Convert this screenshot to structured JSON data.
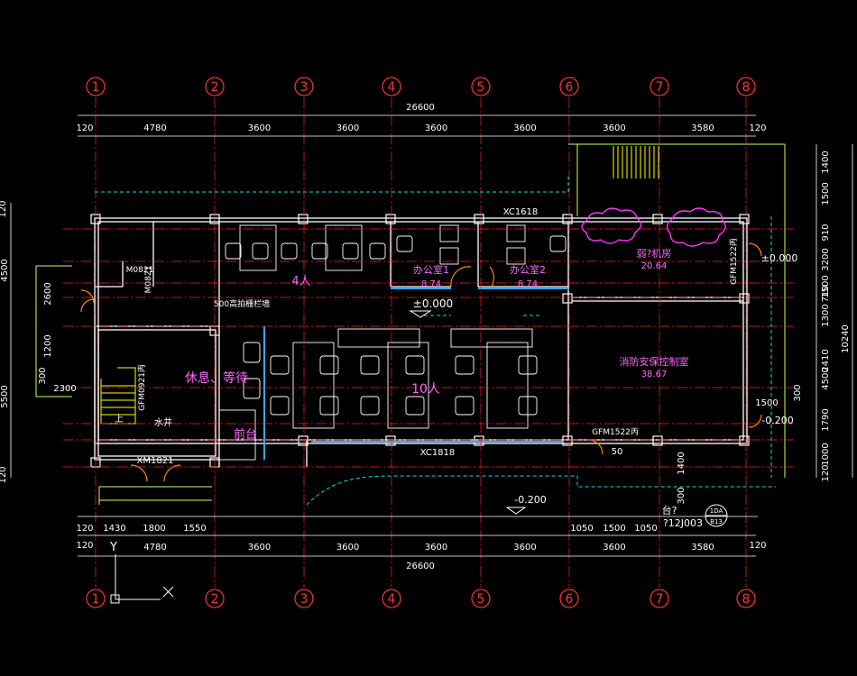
{
  "drawing": {
    "grid_labels": [
      "1",
      "2",
      "3",
      "4",
      "5",
      "6",
      "7",
      "8"
    ],
    "top_spans": [
      "4780",
      "3600",
      "3600",
      "3600",
      "3600",
      "3600",
      "3580"
    ],
    "top_end_offsets": [
      "120",
      "120"
    ],
    "top_overall": "26600",
    "bottom_spans": [
      "4780",
      "3600",
      "3600",
      "3600",
      "3600",
      "3600",
      "3580"
    ],
    "bottom_end_offsets": [
      "120",
      "120"
    ],
    "bottom_overall": "26600",
    "bottom_sub_left": [
      "120",
      "1430",
      "1800",
      "1550"
    ],
    "bottom_sub_right": [
      "1050",
      "1500",
      "1050"
    ],
    "right_dims": [
      "1400",
      "1500",
      "910",
      "3200",
      "1500",
      "710",
      "1300",
      "2410",
      "1790",
      "1000",
      "120",
      "10240",
      "4500",
      "1500",
      "300",
      "1400",
      "300"
    ],
    "left_dims": [
      "120",
      "4500",
      "2600",
      "1200",
      "300",
      "2300",
      "5500",
      "120"
    ],
    "rooms": {
      "office1": {
        "name": "办公室1",
        "area": "8.74"
      },
      "office2": {
        "name": "办公室2",
        "area": "8.74"
      },
      "machine_room": {
        "name": "弱?机房",
        "area": "20.64"
      },
      "fire_control": {
        "name": "消防安保控制室",
        "area": "38.67"
      },
      "rest_wait": "休息、等待",
      "front_desk": "前台",
      "well": "水井",
      "up": "上"
    },
    "occupancy": {
      "four": "4人",
      "ten": "10人"
    },
    "levels": {
      "floor": "±0.000",
      "floor_right": "±0.000",
      "outside": "-0.200",
      "outside_right": "-0.200"
    },
    "window_codes": [
      "XC1618",
      "XC1818"
    ],
    "door_codes": [
      "M0821",
      "M0821",
      "GFM1522丙",
      "GFM1522丙",
      "GFM0921丙",
      "XM1821"
    ],
    "note_wall": "500高拍栅栏墙",
    "detail": {
      "ref": "台?",
      "code": "?12J003",
      "bubble_top": "1DA",
      "bubble_bottom": "B13"
    },
    "small_dim": "50",
    "ucs": {
      "x": "X",
      "y": "Y"
    }
  }
}
